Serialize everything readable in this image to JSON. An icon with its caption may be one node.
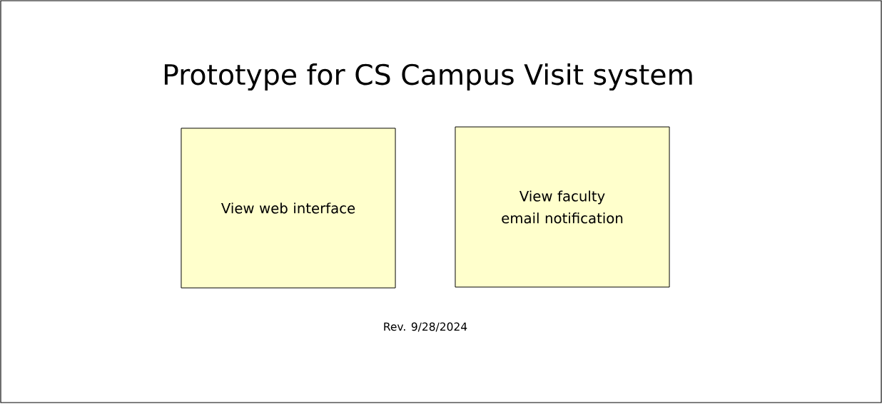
{
  "diagram": {
    "title": "Prototype for CS Campus Visit system",
    "nodes": [
      {
        "text": [
          "View web interface"
        ]
      },
      {
        "text": [
          "View faculty email notification"
        ]
      }
    ],
    "labels": [
      "Rev. 9/28/2024"
    ]
  }
}
